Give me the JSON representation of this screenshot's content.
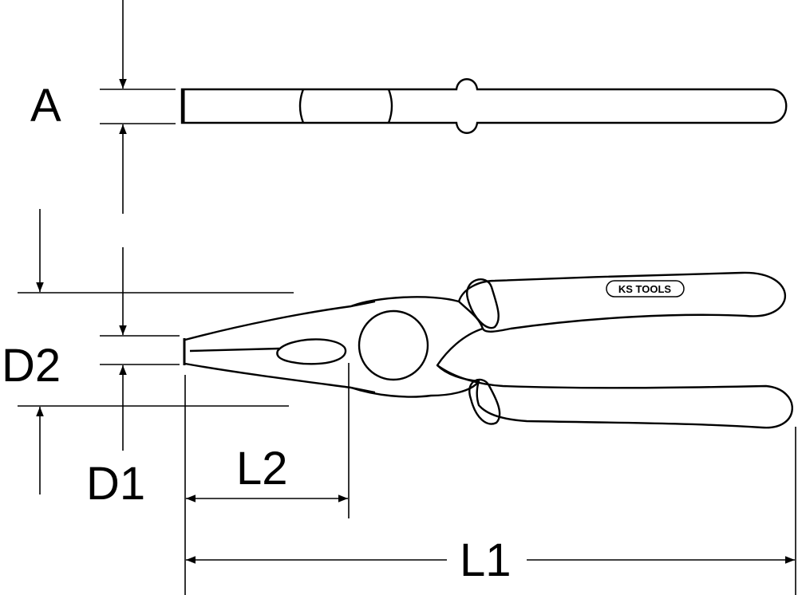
{
  "labels": {
    "a": "A",
    "d2": "D2",
    "d1": "D1",
    "l2": "L2",
    "l1": "L1"
  },
  "brand": {
    "logo_text": "KS TOOLS"
  },
  "colors": {
    "line": "#000000",
    "background": "#ffffff"
  }
}
